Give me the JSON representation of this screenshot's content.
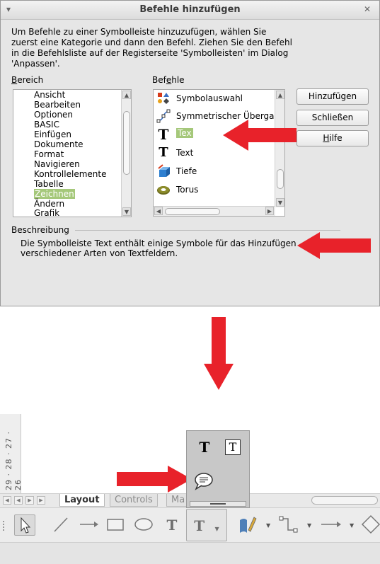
{
  "dialog": {
    "title": "Befehle hinzufügen",
    "intro": "Um Befehle zu einer Symbolleiste hinzuzufügen, wählen Sie zuerst eine Kategorie und dann den Befehl. Ziehen Sie den Befehl in die Befehlsliste auf der Registerseite 'Symbolleisten' im Dialog 'Anpassen'.",
    "category_label_first": "B",
    "category_label_rest": "ereich",
    "commands_label_first": "Bef",
    "commands_label_u": "e",
    "commands_label_rest": "hle",
    "categories": [
      "Ansicht",
      "Bearbeiten",
      "Optionen",
      "BASIC",
      "Einfügen",
      "Dokumente",
      "Format",
      "Navigieren",
      "Kontrollelemente",
      "Tabelle",
      "Zeichnen",
      "Ändern",
      "Grafik"
    ],
    "selected_category": "Zeichnen",
    "commands": [
      {
        "label": "Symbolauswahl",
        "icon": "symbol-selection-icon"
      },
      {
        "label": "Symmetrischer Überga",
        "icon": "symmetric-transition-icon"
      },
      {
        "label": "Tex",
        "icon": "text-bold-t-icon",
        "selected": true
      },
      {
        "label": "Text",
        "icon": "text-t-icon"
      },
      {
        "label": "Tiefe",
        "icon": "depth-cube-icon"
      },
      {
        "label": "Torus",
        "icon": "torus-icon"
      }
    ],
    "buttons": {
      "add": "Hinzufügen",
      "close": "Schließen",
      "help_first": "",
      "help_u": "H",
      "help_rest": "ilfe"
    },
    "description_label": "Beschreibung",
    "description": "Die Symbolleiste Text enthält einige Symbole für das Hinzufügen verschiedener Arten von Textfeldern."
  },
  "ruler": {
    "text": "29 · 28 · 27 · 26"
  },
  "tabs": [
    {
      "label": "Layout",
      "active": true
    },
    {
      "label": "Controls",
      "active": false
    },
    {
      "label": "Ma",
      "active": false
    }
  ],
  "toolbar": {
    "tools": [
      "select-arrow-icon",
      "line-icon",
      "arrow-line-icon",
      "rectangle-icon",
      "ellipse-icon",
      "text-t-icon",
      "text-t-dropdown-icon",
      "fontwork-pen-icon",
      "connector-icon",
      "arrow-dropdown-icon",
      "shape-diamond-icon"
    ]
  },
  "popup": {
    "icons": [
      "text-bold-t-icon",
      "text-boxed-t-icon",
      "callout-speech-icon"
    ]
  },
  "colors": {
    "arrow": "#e8222a",
    "selection": "#a5c87a"
  }
}
